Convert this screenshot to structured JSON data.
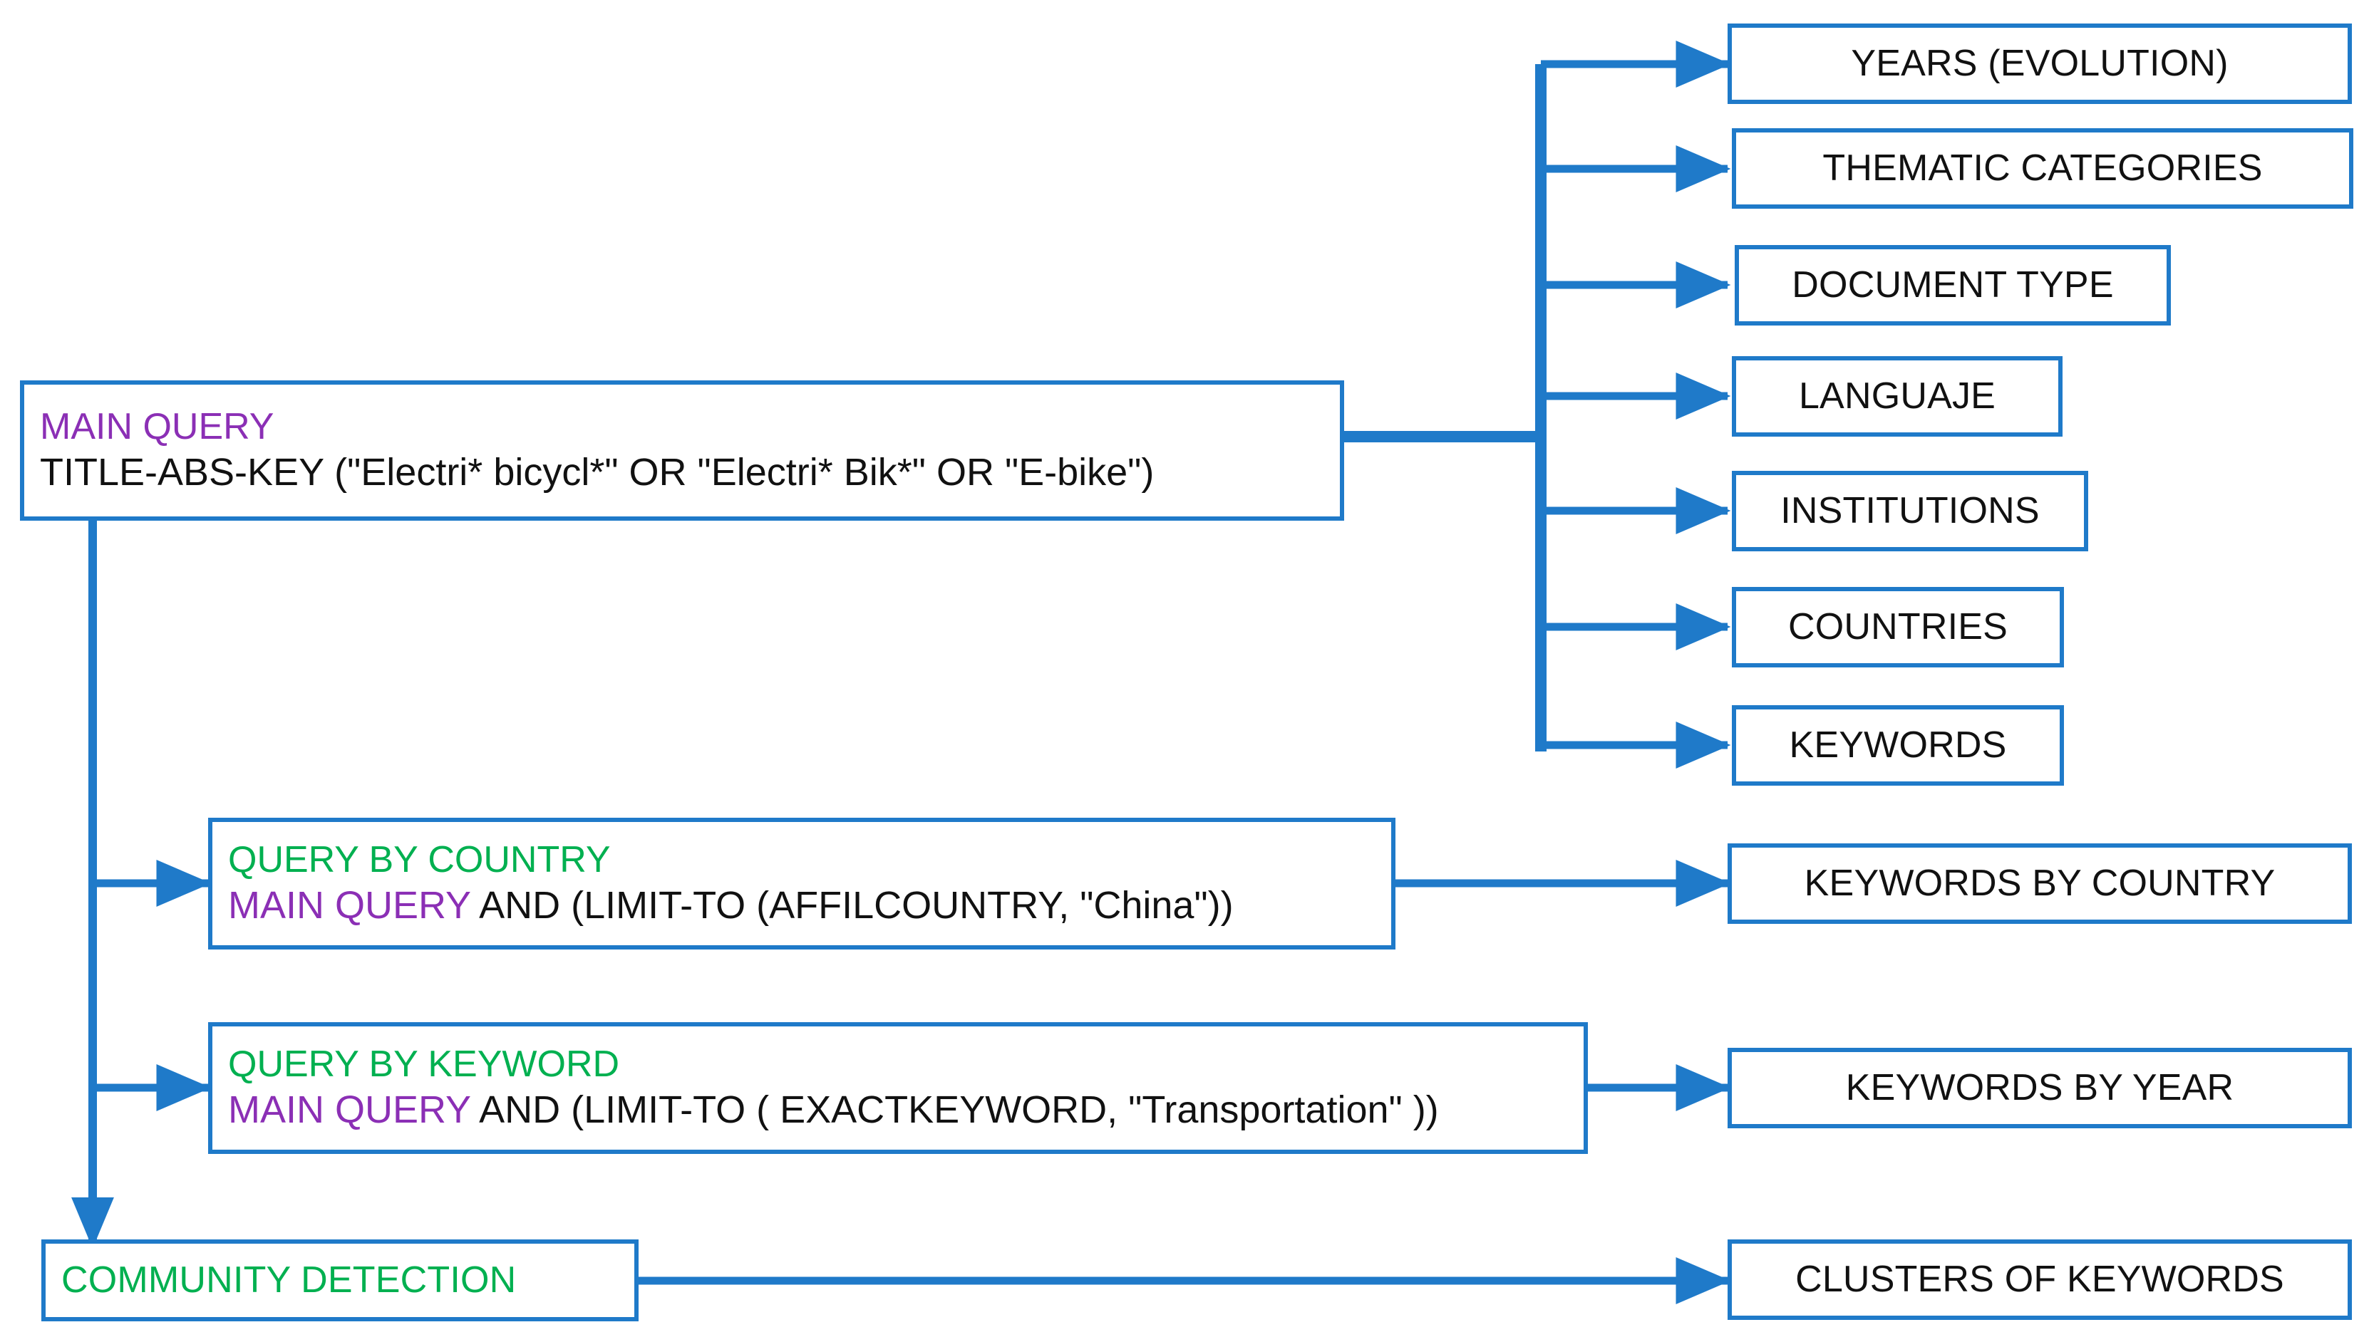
{
  "colors": {
    "connector_blue": "#1f7ac9",
    "box_border": "#1f7ac9",
    "accent_purple": "#8b2fb5",
    "accent_green": "#00b050",
    "text_black": "#111111",
    "background": "#ffffff"
  },
  "main_query": {
    "title": "MAIN QUERY",
    "body": "TITLE-ABS-KEY (\"Electri* bicycl*\" OR \"Electri* Bik*\" OR \"E-bike\")"
  },
  "facets": [
    {
      "label": "YEARS (EVOLUTION)"
    },
    {
      "label": "THEMATIC CATEGORIES"
    },
    {
      "label": "DOCUMENT TYPE"
    },
    {
      "label": "LANGUAJE"
    },
    {
      "label": "INSTITUTIONS"
    },
    {
      "label": "COUNTRIES"
    },
    {
      "label": "KEYWORDS"
    }
  ],
  "query_by_country": {
    "title": "QUERY BY COUNTRY",
    "body_prefix": "MAIN QUERY",
    "body_rest": " AND (LIMIT-TO (AFFILCOUNTRY, \"China\"))"
  },
  "query_by_keyword": {
    "title": "QUERY BY KEYWORD",
    "body_prefix": "MAIN QUERY",
    "body_rest": " AND (LIMIT-TO ( EXACTKEYWORD, \"Transportation\" ))"
  },
  "community_detection": {
    "title": "COMMUNITY DETECTION"
  },
  "outputs": [
    {
      "label": "KEYWORDS BY COUNTRY"
    },
    {
      "label": "KEYWORDS BY YEAR"
    },
    {
      "label": "CLUSTERS OF KEYWORDS"
    }
  ]
}
